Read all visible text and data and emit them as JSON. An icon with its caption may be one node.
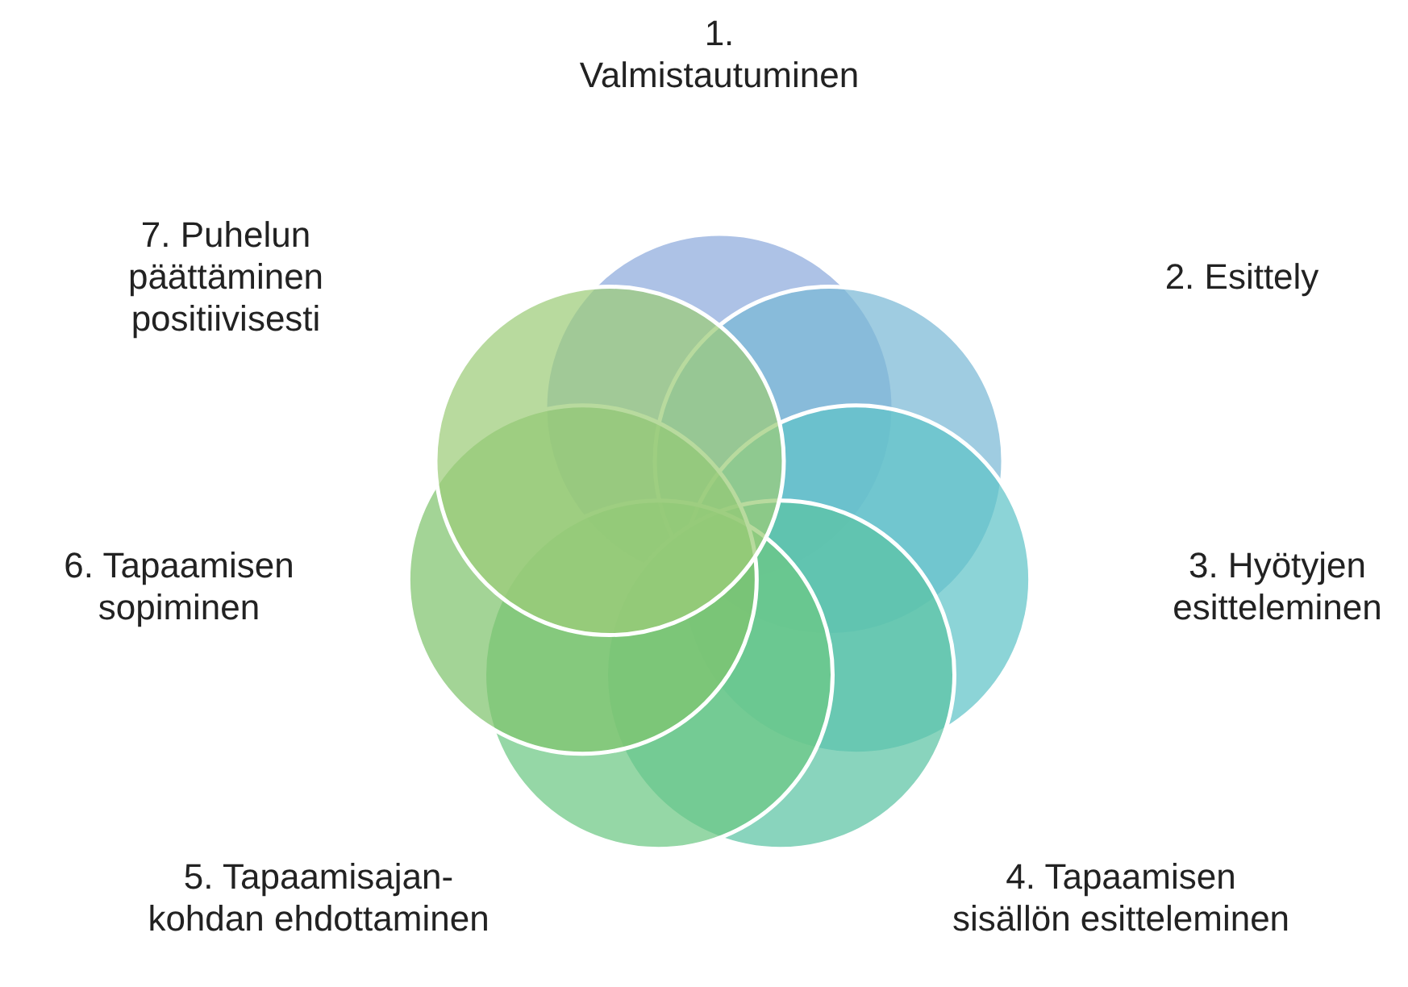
{
  "diagram": {
    "labels": [
      "1. Valmistautuminen",
      "2. Esittely",
      "3. Hyötyjen esitteleminen",
      "4. Tapaamisen sisällön esitteleminen",
      "5. Tapaamisajan-kohdan ehdottaminen",
      "6. Tapaamisen sopiminen",
      "7. Puhelun päättäminen positiivisesti"
    ]
  }
}
